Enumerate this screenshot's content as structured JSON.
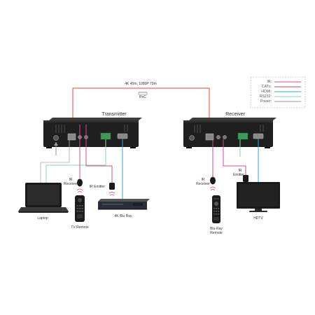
{
  "link": {
    "cable_spec": "4K 40m, 1080P 70m",
    "poc_label": "PoC"
  },
  "legend": [
    {
      "label": "IR:",
      "color": "#d94a8c"
    },
    {
      "label": "CATx:",
      "color": "#d9453f"
    },
    {
      "label": "HDMI:",
      "color": "#3aa3d6"
    },
    {
      "label": "RS232:",
      "color": "#8fd3a8"
    },
    {
      "label": "Power:",
      "color": "#999999"
    }
  ],
  "transmitter": {
    "title": "Transmitter"
  },
  "receiver": {
    "title": "Receiver"
  },
  "devices": {
    "laptop": "Laptop",
    "tv_remote": "TV Remote",
    "ir_receiver_tx_1": "IR",
    "ir_receiver_tx_2": "Receiver",
    "ir_emitter_tx": "IR Emitter",
    "bluray_player": "4K Blu Ray",
    "ir_receiver_rx_1": "IR",
    "ir_receiver_rx_2": "Receiver",
    "ir_emitter_rx_1": "IR",
    "ir_emitter_rx_2": "Emitter",
    "hdtv": "HDTV",
    "bluray_remote_1": "Blu-Ray",
    "bluray_remote_2": "Remote"
  }
}
